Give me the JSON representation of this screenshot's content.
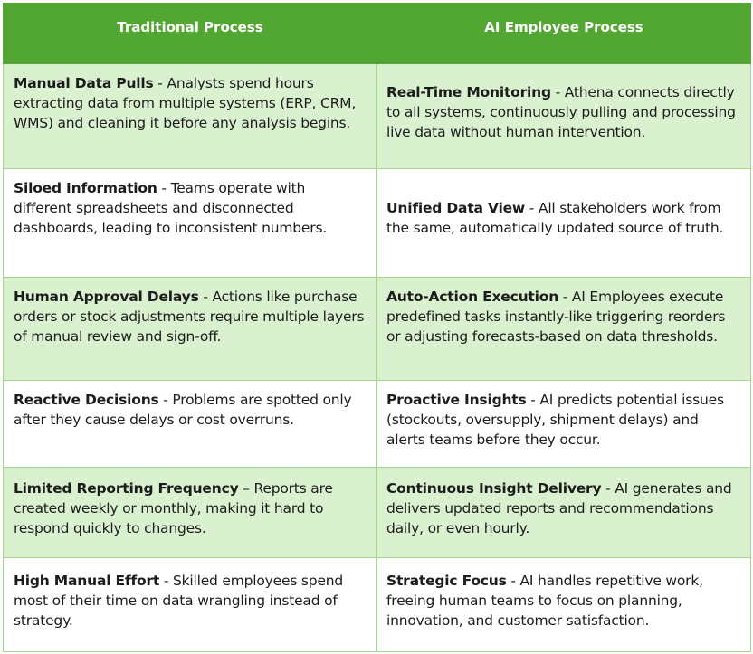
{
  "header": {
    "col1": "Traditional Process",
    "col2": "AI Employee Process"
  },
  "rows": [
    {
      "traditional": {
        "term": "Manual Data Pulls",
        "sep": " - ",
        "text": "Analysts spend hours extracting data from multiple systems (ERP, CRM, WMS) and cleaning it before any analysis begins."
      },
      "ai": {
        "term": "Real-Time Monitoring",
        "sep": " - ",
        "text": "Athena connects directly to all systems, continuously pulling and processing live data without human intervention."
      }
    },
    {
      "traditional": {
        "term": "Siloed Information",
        "sep": " - ",
        "text": "Teams operate with different spreadsheets and disconnected dashboards, leading to inconsistent numbers."
      },
      "ai": {
        "term": "Unified Data View",
        "sep": " - ",
        "text": "All stakeholders work from the same, automatically updated source of truth."
      }
    },
    {
      "traditional": {
        "term": "Human Approval Delays",
        "sep": " - ",
        "text": "Actions like purchase orders or stock adjustments require multiple layers of manual review and sign-off."
      },
      "ai": {
        "term": "Auto-Action Execution",
        "sep": " - ",
        "text": "AI Employees execute predefined tasks instantly-like triggering reorders or adjusting forecasts-based on data thresholds."
      }
    },
    {
      "traditional": {
        "term": "Reactive Decisions",
        "sep": " - ",
        "text": "Problems are spotted only after they cause delays or cost overruns."
      },
      "ai": {
        "term": "Proactive Insights",
        "sep": " - ",
        "text": "AI predicts potential issues (stockouts, oversupply, shipment delays) and alerts teams before they occur."
      }
    },
    {
      "traditional": {
        "term": "Limited Reporting Frequency",
        "sep": " – ",
        "text": "Reports are created weekly or monthly, making it hard to respond quickly to changes."
      },
      "ai": {
        "term": "Continuous Insight Delivery",
        "sep": " - ",
        "text": "AI generates and delivers updated reports and recommendations daily, or even hourly."
      }
    },
    {
      "traditional": {
        "term": "High Manual Effort",
        "sep": " - ",
        "text": "Skilled employees spend most of their time on data wrangling instead of strategy."
      },
      "ai": {
        "term": "Strategic Focus",
        "sep": " - ",
        "text": "AI handles repetitive work, freeing human teams to focus on planning, innovation, and customer satisfaction."
      }
    }
  ],
  "colors": {
    "header_bg": "#52a632",
    "header_text": "#ffffff",
    "row_green": "#daf1d0",
    "row_white": "#ffffff",
    "border": "#a5d68e"
  }
}
